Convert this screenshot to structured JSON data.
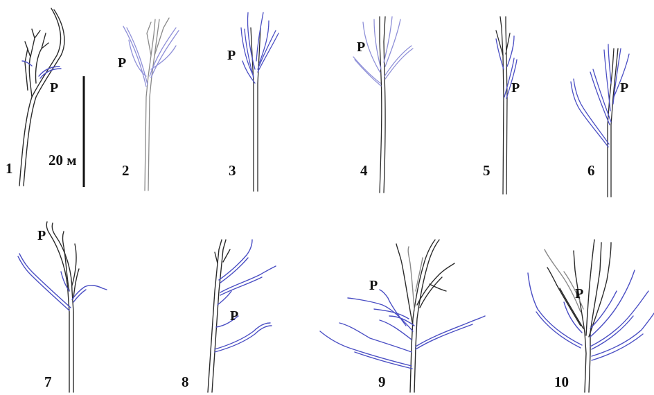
{
  "figure": {
    "scale_bar_label": "20 м",
    "colors": {
      "trunk_dark": "#2a2a2a",
      "trunk_gray": "#8a8a8a",
      "branch_blue": "#4b4fc4",
      "branch_blue_light": "#8f90d8",
      "text": "#111111"
    },
    "trees": [
      {
        "number": "1",
        "marker": "P"
      },
      {
        "number": "2",
        "marker": "P"
      },
      {
        "number": "3",
        "marker": "P"
      },
      {
        "number": "4",
        "marker": "P"
      },
      {
        "number": "5",
        "marker": "P"
      },
      {
        "number": "6",
        "marker": "P"
      },
      {
        "number": "7",
        "marker": "P"
      },
      {
        "number": "8",
        "marker": "P"
      },
      {
        "number": "9",
        "marker": "P"
      },
      {
        "number": "10",
        "marker": "P"
      }
    ]
  }
}
